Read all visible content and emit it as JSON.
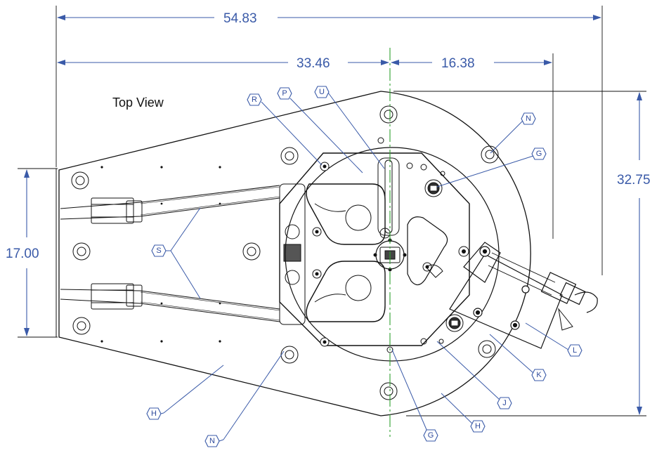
{
  "view_title": "Top View",
  "dimensions": {
    "overall_length": "54.83",
    "to_centerline": "33.46",
    "from_centerline": "16.38",
    "overall_width": "32.75",
    "tail_width": "17.00"
  },
  "callouts": {
    "R": "R",
    "P": "P",
    "U": "U",
    "N_top": "N",
    "G_top": "G",
    "S": "S",
    "L": "L",
    "K": "K",
    "J": "J",
    "H_left": "H",
    "N_bottom": "N",
    "G_bottom": "G",
    "H_right": "H"
  },
  "colors": {
    "dimension": "#3a5aa8",
    "centerline": "#2ea02e",
    "outline": "#111111"
  }
}
